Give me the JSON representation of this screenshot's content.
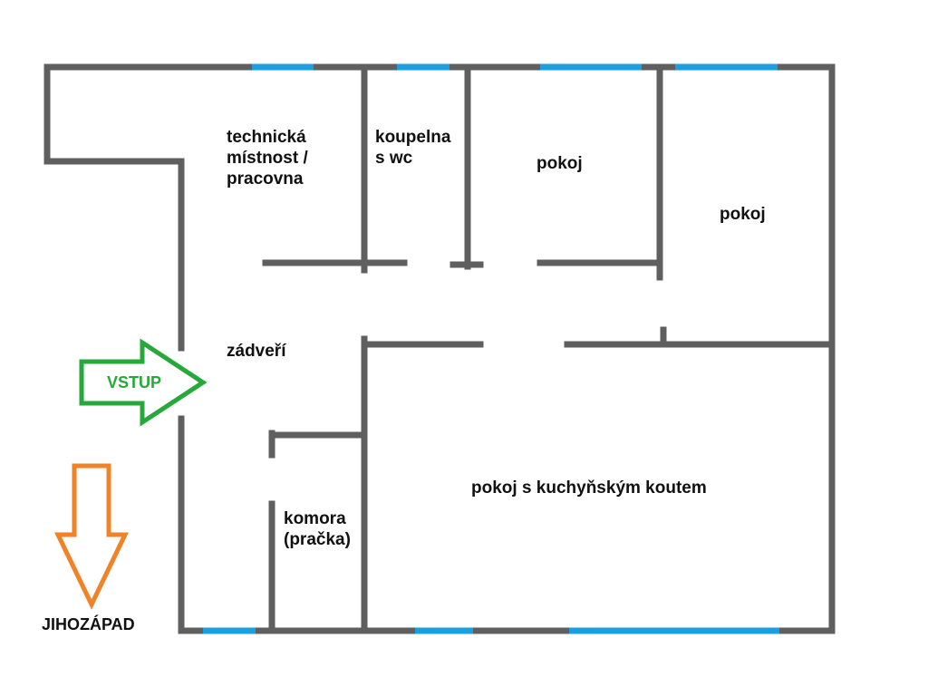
{
  "colors": {
    "wall": "#5f5f5f",
    "window": "#1aa0e0",
    "entrance_arrow": "#27a83a",
    "direction_arrow": "#f08227",
    "text": "#111111"
  },
  "rooms": {
    "technical_room": "technická\nmístnost /\npracovna",
    "bathroom": "koupelna\ns wc",
    "room_1": "pokoj",
    "room_2": "pokoj",
    "hallway": "zádveří",
    "living_kitchen": "pokoj s kuchyňským koutem",
    "storage": "komora\n(pračka)"
  },
  "entrance": {
    "label": "VSTUP"
  },
  "orientation": {
    "label": "JIHOZÁPAD"
  }
}
